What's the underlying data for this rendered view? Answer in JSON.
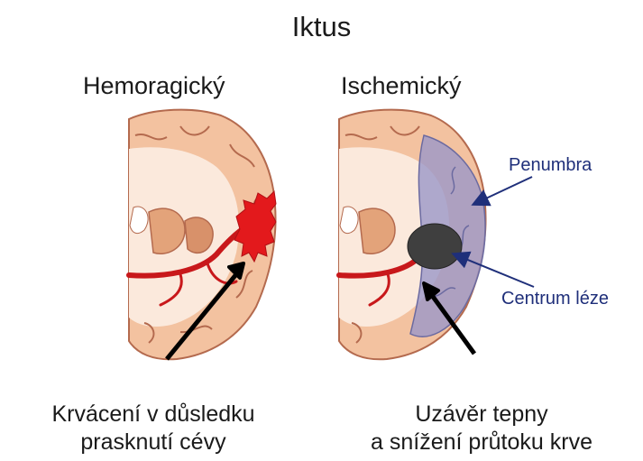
{
  "title": "Iktus",
  "panels": {
    "left": {
      "heading": "Hemoragický",
      "caption_line1": "Krvácení v důsledku",
      "caption_line2": "prasknutí cévy"
    },
    "right": {
      "heading": "Ischemický",
      "caption_line1": "Uzávěr tepny",
      "caption_line2": "a snížení průtoku krve",
      "label_penumbra": "Penumbra",
      "label_core": "Centrum léze"
    }
  },
  "colors": {
    "brain_tissue": "#f3c2a0",
    "brain_outline": "#b46a4e",
    "white_matter": "#fbe9dc",
    "hemorrhage": "#e3191c",
    "penumbra": "#9b97c8",
    "lesion_core": "#3f3f3f",
    "annotation": "#1f2f7a"
  }
}
